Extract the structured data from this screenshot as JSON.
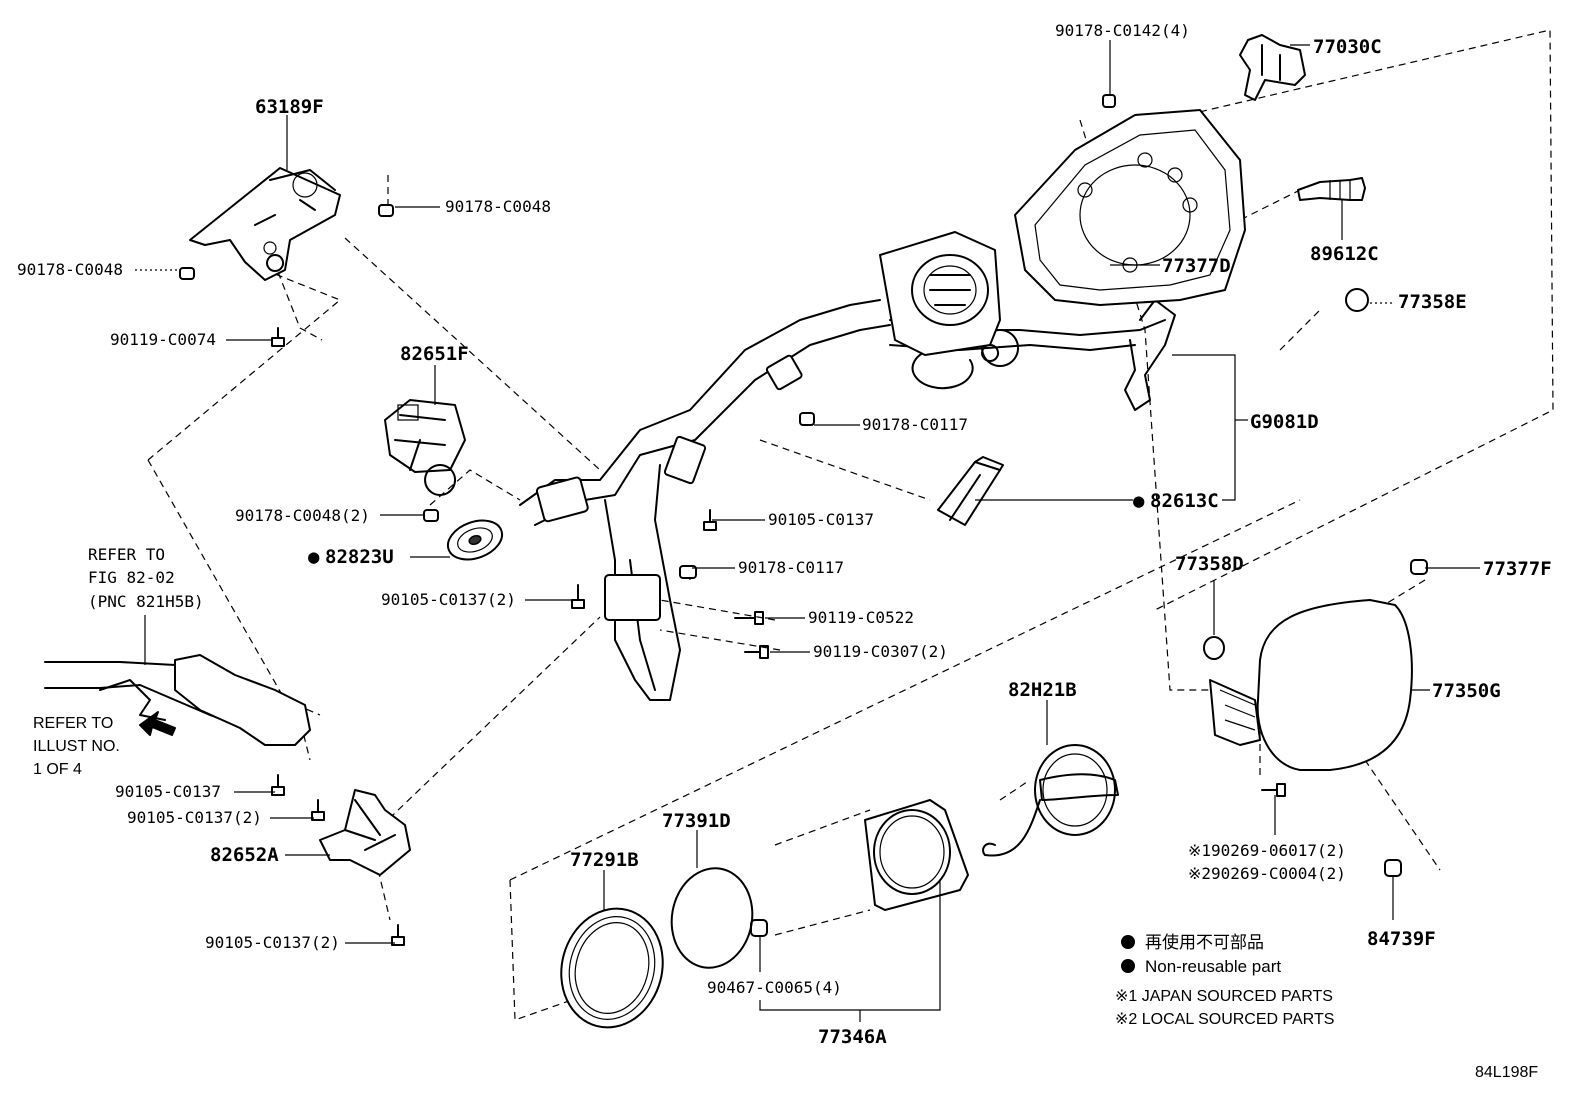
{
  "diagram_code": "84L198F",
  "part_labels": {
    "p63189F": "63189F",
    "p90178_C0048_top": "90178-C0048",
    "p90178_C0048_left": "90178-C0048",
    "p90119_C0074": "90119-C0074",
    "p82651F": "82651F",
    "p90178_C0048_2": "90178-C0048(2)",
    "p82823U": "82823U",
    "p90105_C0137_2_mid": "90105-C0137(2)",
    "p90105_C0137_a": "90105-C0137",
    "p90105_C0137_2_b": "90105-C0137(2)",
    "p82652A": "82652A",
    "p90105_C0137_2_c": "90105-C0137(2)",
    "p90178_C0142": "90178-C0142(4)",
    "p77030C": "77030C",
    "p89612C": "89612C",
    "p77377D": "77377D",
    "p77358E": "77358E",
    "p90178_C0117_top": "90178-C0117",
    "pG9081D": "G9081D",
    "p82613C": "82613C",
    "p90105_C0137_mid": "90105-C0137",
    "p90178_C0117_mid": "90178-C0117",
    "p90119_C0522": "90119-C0522",
    "p90119_C0307": "90119-C0307(2)",
    "p77358D": "77358D",
    "p77377F": "77377F",
    "p77350G": "77350G",
    "p82H21B": "82H21B",
    "p90269_06017": "※190269-06017(2)",
    "p90269_C0004": "※290269-C0004(2)",
    "p84739F": "84739F",
    "p77391D": "77391D",
    "p77291B": "77291B",
    "p90467_C0065": "90467-C0065(4)",
    "p77346A": "77346A"
  },
  "refer_fig": {
    "line1": "REFER TO",
    "line2": "FIG 82-02",
    "line3": "(PNC 821H5B)"
  },
  "refer_illust": {
    "line1": "REFER TO",
    "line2": "ILLUST NO.",
    "line3": "1 OF 4"
  },
  "legend": {
    "jp_non_reusable": "再使用不可部品",
    "non_reusable": "Non-reusable part",
    "note1": "※1 JAPAN SOURCED PARTS",
    "note2": "※2 LOCAL SOURCED PARTS"
  },
  "non_reusable_marker": "●"
}
